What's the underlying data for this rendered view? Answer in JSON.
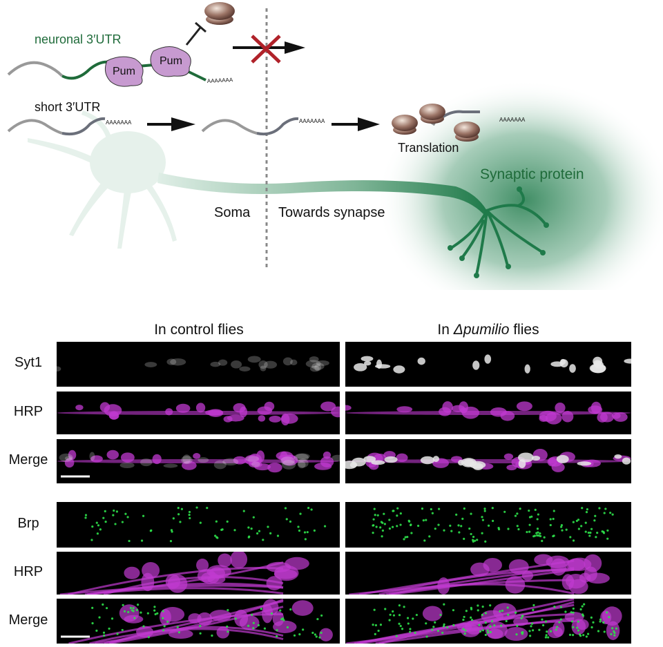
{
  "diagram": {
    "neuronal_utr_label": "neuronal 3′UTR",
    "short_utr_label": "short 3′UTR",
    "pum_labels": [
      "Pum",
      "Pum"
    ],
    "polya_tail": "AAAAAAA",
    "translation_label": "Translation",
    "synaptic_protein_label": "Synaptic protein",
    "soma_label": "Soma",
    "towards_synapse_label": "Towards synapse",
    "colors": {
      "green": "#1f7a4a",
      "pum": "#c79ad0",
      "blocked": "#b0222a",
      "divider": "#888888"
    }
  },
  "micrographs": {
    "col_headers": {
      "control": "In control flies",
      "mutant_prefix": "In ",
      "mutant_italic": "Δpumilio",
      "mutant_suffix": " flies"
    },
    "group1_rows": [
      "Syt1",
      "HRP",
      "Merge"
    ],
    "group2_rows": [
      "Brp",
      "HRP",
      "Merge"
    ],
    "colors": {
      "hrp": "#c03ad0",
      "brp": "#2ee04a",
      "syt1": "#e8e8e8"
    }
  }
}
